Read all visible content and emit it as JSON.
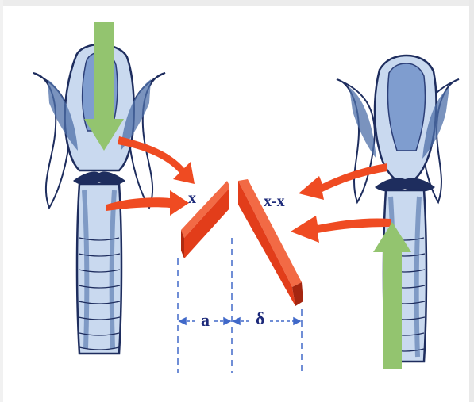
{
  "labels": {
    "left_angle": "x",
    "right_angle": "x-x",
    "dim_a": "a",
    "dim_b": "δ"
  },
  "colors": {
    "arrow_red": "#ef4b22",
    "arrow_green": "#93c46f",
    "anatomy_blue": "#4e6fa8",
    "anatomy_fill": "#c9d9ef",
    "anatomy_dark": "#1e2d5e",
    "fold_red": "#e23d1a",
    "dash_blue": "#4169c9"
  }
}
